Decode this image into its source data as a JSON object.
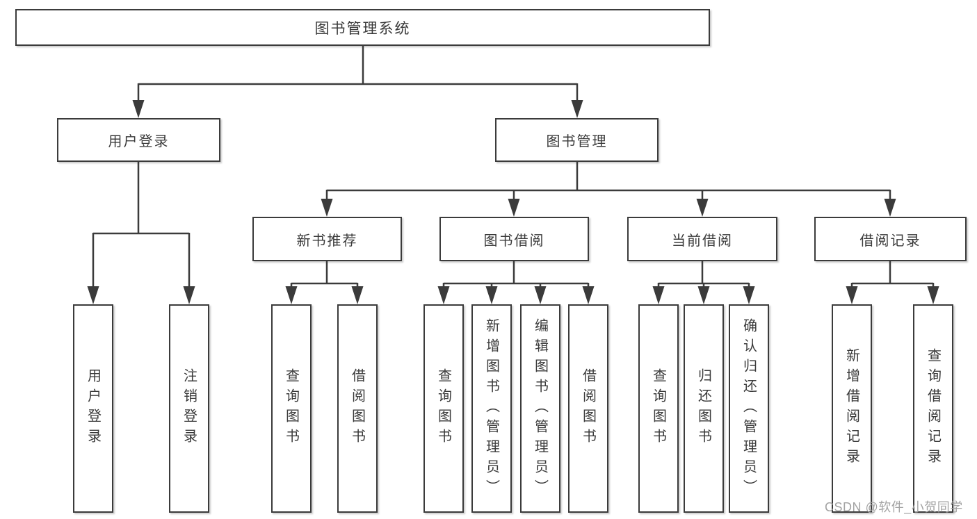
{
  "diagram_type": "hierarchy-tree",
  "tree": {
    "root": {
      "label": "图书管理系统",
      "children": [
        {
          "label": "用户登录",
          "children": [
            {
              "label": "用户登录"
            },
            {
              "label": "注销登录"
            }
          ]
        },
        {
          "label": "图书管理",
          "children": [
            {
              "label": "新书推荐",
              "children": [
                {
                  "label": "查询图书"
                },
                {
                  "label": "借阅图书"
                }
              ]
            },
            {
              "label": "图书借阅",
              "children": [
                {
                  "label": "查询图书"
                },
                {
                  "label": "新增图书（管理员）"
                },
                {
                  "label": "编辑图书（管理员）"
                },
                {
                  "label": "借阅图书"
                }
              ]
            },
            {
              "label": "当前借阅",
              "children": [
                {
                  "label": "查询图书"
                },
                {
                  "label": "归还图书"
                },
                {
                  "label": "确认归还（管理员）"
                }
              ]
            },
            {
              "label": "借阅记录",
              "children": [
                {
                  "label": "新增借阅记录"
                },
                {
                  "label": "查询借阅记录"
                }
              ]
            }
          ]
        }
      ]
    }
  },
  "watermark": {
    "text": "CSDN @软件_小贺同学"
  },
  "colors": {
    "line": "#3b3b3b",
    "border": "#3b3b3b",
    "text": "#3a3a3a",
    "watermark": "#a3a3a3",
    "background": "#ffffff"
  }
}
